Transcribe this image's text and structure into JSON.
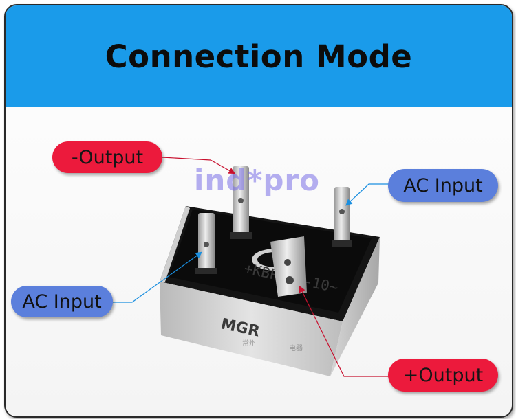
{
  "banner": {
    "title": "Connection Mode"
  },
  "watermark": "ind*pro",
  "part": {
    "model_line": "+KBPC50-10~",
    "brand": "MGR",
    "maker": "常州",
    "suffix": "电器"
  },
  "labels": {
    "neg_output": "-Output",
    "ac_input_right": "AC Input",
    "ac_input_left": "AC Input",
    "pos_output": "+Output"
  },
  "colors": {
    "banner": "#1a9bea",
    "red_pill": "#ec1a3c",
    "blue_pill": "#5b7fdc",
    "leader_red": "#c8102e",
    "leader_blue": "#1a8fe0"
  }
}
